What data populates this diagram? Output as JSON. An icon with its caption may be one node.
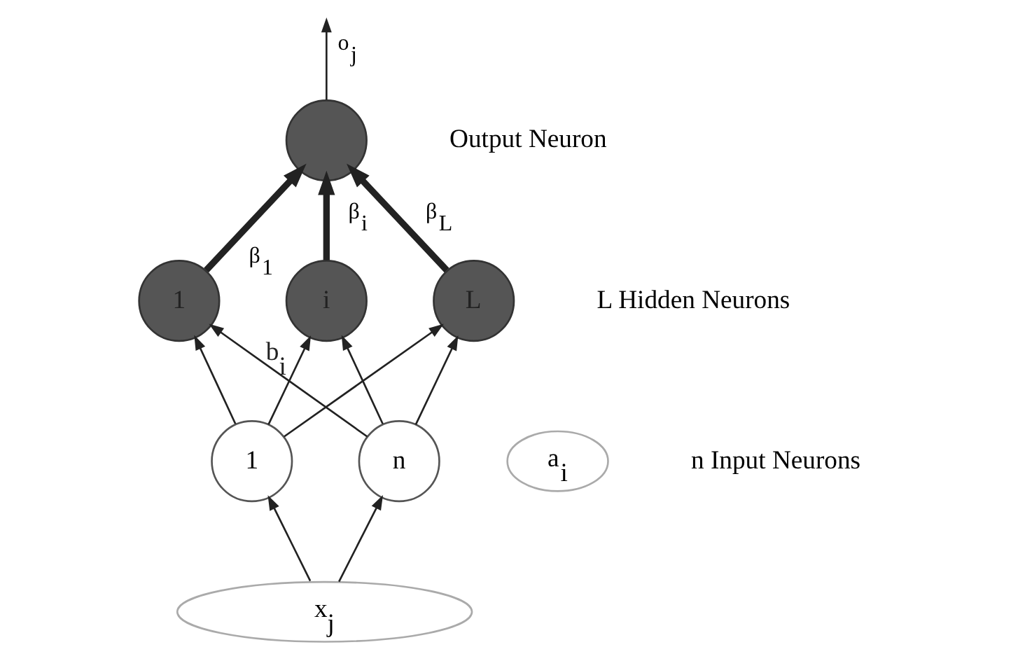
{
  "diagram": {
    "nodes": [
      {
        "text": [],
        "shape": "circle"
      },
      {
        "text": [
          "1"
        ]
      },
      {
        "text": [
          "i"
        ],
        "beside": [
          "b$_{i}$"
        ]
      },
      {
        "text": [
          "L"
        ]
      },
      {
        "text": [
          "1"
        ]
      },
      {
        "text": [
          "n"
        ]
      },
      {
        "text": [
          "a$_{i}$"
        ]
      },
      {
        "text": [
          "x$_{j}$"
        ]
      }
    ],
    "edges": [
      {
        "from": 0,
        "to": null,
        "arrow": "to",
        "label": "o$_{j}$"
      },
      {
        "from": 1,
        "to": 0,
        "arrow": "to",
        "label": "β$_{1}$",
        "style": "thick"
      },
      {
        "from": 2,
        "to": 0,
        "arrow": "to",
        "label": "β$_{i}$",
        "style": "thick"
      },
      {
        "from": 3,
        "to": 0,
        "arrow": "to",
        "label": "β$_{L}$",
        "style": "thick"
      },
      {
        "from": 4,
        "to": 1,
        "arrow": "to"
      },
      {
        "from": 4,
        "to": 2,
        "arrow": "to"
      },
      {
        "from": 4,
        "to": 3,
        "arrow": "to"
      },
      {
        "from": 5,
        "to": 1,
        "arrow": "to"
      },
      {
        "from": 5,
        "to": 2,
        "arrow": "to"
      },
      {
        "from": 5,
        "to": 3,
        "arrow": "to"
      },
      {
        "from": 7,
        "to": 4,
        "arrow": "to"
      },
      {
        "from": 7,
        "to": 5,
        "arrow": "to"
      }
    ],
    "labels": [
      "Output Neuron",
      "L Hidden Neurons",
      "n Input Neurons"
    ]
  }
}
